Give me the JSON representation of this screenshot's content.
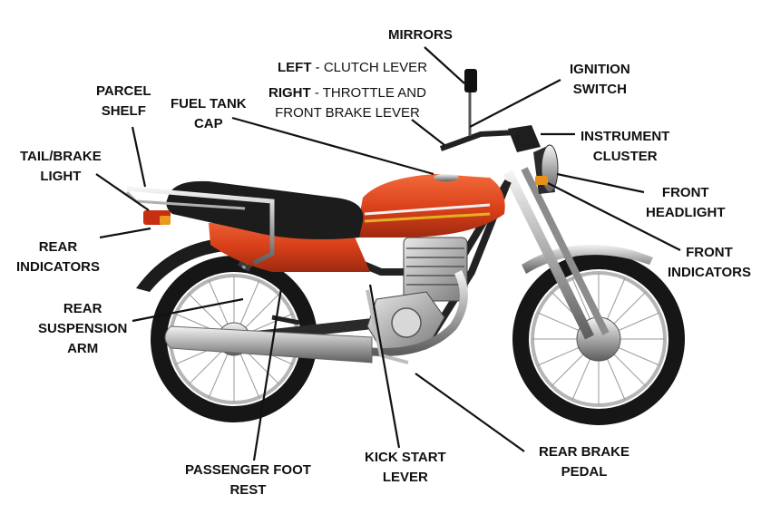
{
  "labels": {
    "mirrors": "MIRRORS",
    "left_bold": "LEFT",
    "left_rest": " - CLUTCH LEVER",
    "right_bold": "RIGHT",
    "right_rest": " - THROTTLE AND",
    "right_line2": "FRONT BRAKE LEVER",
    "ignition_1": "IGNITION",
    "ignition_2": "SWITCH",
    "parcel_1": "PARCEL",
    "parcel_2": "SHELF",
    "fuel_1": "FUEL TANK",
    "fuel_2": "CAP",
    "instrument_1": "INSTRUMENT",
    "instrument_2": "CLUSTER",
    "tail_1": "TAIL/BRAKE",
    "tail_2": "LIGHT",
    "headlight_1": "FRONT",
    "headlight_2": "HEADLIGHT",
    "rear_ind_1": "REAR",
    "rear_ind_2": "INDICATORS",
    "front_ind_1": "FRONT",
    "front_ind_2": "INDICATORS",
    "susp_1": "REAR",
    "susp_2": "SUSPENSION",
    "susp_3": "ARM",
    "foot_1": "PASSENGER FOOT",
    "foot_2": "REST",
    "kick_1": "KICK START",
    "kick_2": "LEVER",
    "brake_1": "REAR BRAKE",
    "brake_2": "PEDAL"
  },
  "colors": {
    "body_paint": "#d9401a",
    "tyre": "#161616",
    "chrome": "#c8c8c8",
    "seat": "#1c1c1c"
  }
}
